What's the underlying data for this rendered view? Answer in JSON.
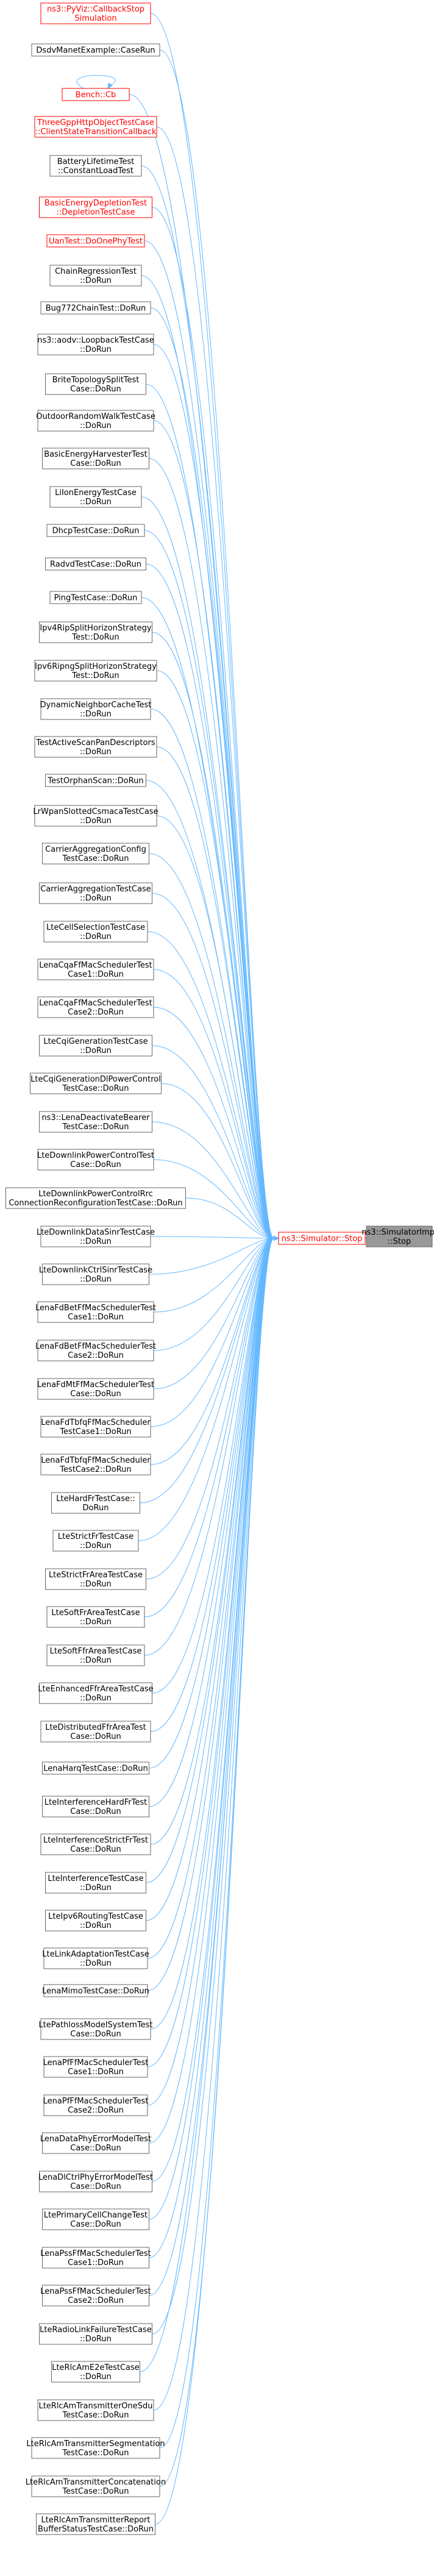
{
  "target": {
    "lines": [
      "ns3::SimulatorImpl",
      "::Stop"
    ]
  },
  "hub": {
    "lines": [
      "ns3::Simulator::Stop"
    ]
  },
  "callers": [
    {
      "lines": [
        "ns3::PyViz::CallbackStop",
        "Simulation"
      ],
      "red": true
    },
    {
      "lines": [
        "DsdvManetExample::CaseRun"
      ]
    },
    {
      "lines": [
        "Bench::Cb"
      ],
      "red": true,
      "self_loop": true
    },
    {
      "lines": [
        "ThreeGppHttpObjectTestCase",
        "::ClientStateTransitionCallback"
      ],
      "red": true
    },
    {
      "lines": [
        "BatteryLifetimeTest",
        "::ConstantLoadTest"
      ]
    },
    {
      "lines": [
        "BasicEnergyDepletionTest",
        "::DepletionTestCase"
      ],
      "red": true
    },
    {
      "lines": [
        "UanTest::DoOnePhyTest"
      ],
      "red": true
    },
    {
      "lines": [
        "ChainRegressionTest",
        "::DoRun"
      ]
    },
    {
      "lines": [
        "Bug772ChainTest::DoRun"
      ]
    },
    {
      "lines": [
        "ns3::aodv::LoopbackTestCase",
        "::DoRun"
      ]
    },
    {
      "lines": [
        "BriteTopologySplitTest",
        "Case::DoRun"
      ]
    },
    {
      "lines": [
        "OutdoorRandomWalkTestCase",
        "::DoRun"
      ]
    },
    {
      "lines": [
        "BasicEnergyHarvesterTest",
        "Case::DoRun"
      ]
    },
    {
      "lines": [
        "LiIonEnergyTestCase",
        "::DoRun"
      ]
    },
    {
      "lines": [
        "DhcpTestCase::DoRun"
      ]
    },
    {
      "lines": [
        "RadvdTestCase::DoRun"
      ]
    },
    {
      "lines": [
        "PingTestCase::DoRun"
      ]
    },
    {
      "lines": [
        "Ipv4RipSplitHorizonStrategy",
        "Test::DoRun"
      ]
    },
    {
      "lines": [
        "Ipv6RipngSplitHorizonStrategy",
        "Test::DoRun"
      ]
    },
    {
      "lines": [
        "DynamicNeighborCacheTest",
        "::DoRun"
      ]
    },
    {
      "lines": [
        "TestActiveScanPanDescriptors",
        "::DoRun"
      ]
    },
    {
      "lines": [
        "TestOrphanScan::DoRun"
      ]
    },
    {
      "lines": [
        "LrWpanSlottedCsmacaTestCase",
        "::DoRun"
      ]
    },
    {
      "lines": [
        "CarrierAggregationConfig",
        "TestCase::DoRun"
      ]
    },
    {
      "lines": [
        "CarrierAggregationTestCase",
        "::DoRun"
      ]
    },
    {
      "lines": [
        "LteCellSelectionTestCase",
        "::DoRun"
      ]
    },
    {
      "lines": [
        "LenaCqaFfMacSchedulerTest",
        "Case1::DoRun"
      ]
    },
    {
      "lines": [
        "LenaCqaFfMacSchedulerTest",
        "Case2::DoRun"
      ]
    },
    {
      "lines": [
        "LteCqiGenerationTestCase",
        "::DoRun"
      ]
    },
    {
      "lines": [
        "LteCqiGenerationDlPowerControl",
        "TestCase::DoRun"
      ]
    },
    {
      "lines": [
        "ns3::LenaDeactivateBearer",
        "TestCase::DoRun"
      ]
    },
    {
      "lines": [
        "LteDownlinkPowerControlTest",
        "Case::DoRun"
      ]
    },
    {
      "lines": [
        "LteDownlinkPowerControlRrc",
        "ConnectionReconfigurationTestCase::DoRun"
      ]
    },
    {
      "lines": [
        "LteDownlinkDataSinrTestCase",
        "::DoRun"
      ]
    },
    {
      "lines": [
        "LteDownlinkCtrlSinrTestCase",
        "::DoRun"
      ]
    },
    {
      "lines": [
        "LenaFdBetFfMacSchedulerTest",
        "Case1::DoRun"
      ]
    },
    {
      "lines": [
        "LenaFdBetFfMacSchedulerTest",
        "Case2::DoRun"
      ]
    },
    {
      "lines": [
        "LenaFdMtFfMacSchedulerTest",
        "Case::DoRun"
      ]
    },
    {
      "lines": [
        "LenaFdTbfqFfMacScheduler",
        "TestCase1::DoRun"
      ]
    },
    {
      "lines": [
        "LenaFdTbfqFfMacScheduler",
        "TestCase2::DoRun"
      ]
    },
    {
      "lines": [
        "LteHardFrTestCase::",
        "DoRun"
      ]
    },
    {
      "lines": [
        "LteStrictFrTestCase",
        "::DoRun"
      ]
    },
    {
      "lines": [
        "LteStrictFrAreaTestCase",
        "::DoRun"
      ]
    },
    {
      "lines": [
        "LteSoftFrAreaTestCase",
        "::DoRun"
      ]
    },
    {
      "lines": [
        "LteSoftFfrAreaTestCase",
        "::DoRun"
      ]
    },
    {
      "lines": [
        "LteEnhancedFfrAreaTestCase",
        "::DoRun"
      ]
    },
    {
      "lines": [
        "LteDistributedFfrAreaTest",
        "Case::DoRun"
      ]
    },
    {
      "lines": [
        "LenaHarqTestCase::DoRun"
      ]
    },
    {
      "lines": [
        "LteInterferenceHardFrTest",
        "Case::DoRun"
      ]
    },
    {
      "lines": [
        "LteInterferenceStrictFrTest",
        "Case::DoRun"
      ]
    },
    {
      "lines": [
        "LteInterferenceTestCase",
        "::DoRun"
      ]
    },
    {
      "lines": [
        "LteIpv6RoutingTestCase",
        "::DoRun"
      ]
    },
    {
      "lines": [
        "LteLinkAdaptationTestCase",
        "::DoRun"
      ]
    },
    {
      "lines": [
        "LenaMimoTestCase::DoRun"
      ]
    },
    {
      "lines": [
        "LtePathlossModelSystemTest",
        "Case::DoRun"
      ]
    },
    {
      "lines": [
        "LenaPfFfMacSchedulerTest",
        "Case1::DoRun"
      ]
    },
    {
      "lines": [
        "LenaPfFfMacSchedulerTest",
        "Case2::DoRun"
      ]
    },
    {
      "lines": [
        "LenaDataPhyErrorModelTest",
        "Case::DoRun"
      ]
    },
    {
      "lines": [
        "LenaDlCtrlPhyErrorModelTest",
        "Case::DoRun"
      ]
    },
    {
      "lines": [
        "LtePrimaryCellChangeTest",
        "Case::DoRun"
      ]
    },
    {
      "lines": [
        "LenaPssFfMacSchedulerTest",
        "Case1::DoRun"
      ]
    },
    {
      "lines": [
        "LenaPssFfMacSchedulerTest",
        "Case2::DoRun"
      ]
    },
    {
      "lines": [
        "LteRadioLinkFailureTestCase",
        "::DoRun"
      ]
    },
    {
      "lines": [
        "LteRlcAmE2eTestCase",
        "::DoRun"
      ]
    },
    {
      "lines": [
        "LteRlcAmTransmitterOneSdu",
        "TestCase::DoRun"
      ]
    },
    {
      "lines": [
        "LteRlcAmTransmitterSegmentation",
        "TestCase::DoRun"
      ]
    },
    {
      "lines": [
        "LteRlcAmTransmitterConcatenation",
        "TestCase::DoRun"
      ]
    },
    {
      "lines": [
        "LteRlcAmTransmitterReport",
        "BufferStatusTestCase::DoRun"
      ]
    }
  ]
}
